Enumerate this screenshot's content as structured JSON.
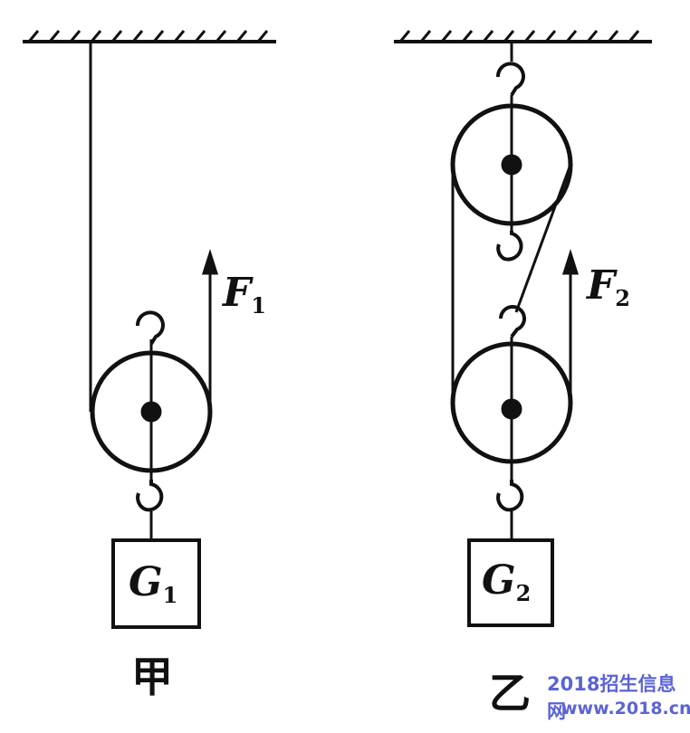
{
  "left": {
    "force_label": "F",
    "force_sub": "1",
    "weight_label": "G",
    "weight_sub": "1",
    "caption": "甲"
  },
  "right": {
    "force_label": "F",
    "force_sub": "2",
    "weight_label": "G",
    "weight_sub": "2",
    "caption": "乙"
  },
  "watermark": {
    "line1": "2018招生信息网",
    "line2": "www.2018.cn",
    "color": "#5b63d6"
  }
}
